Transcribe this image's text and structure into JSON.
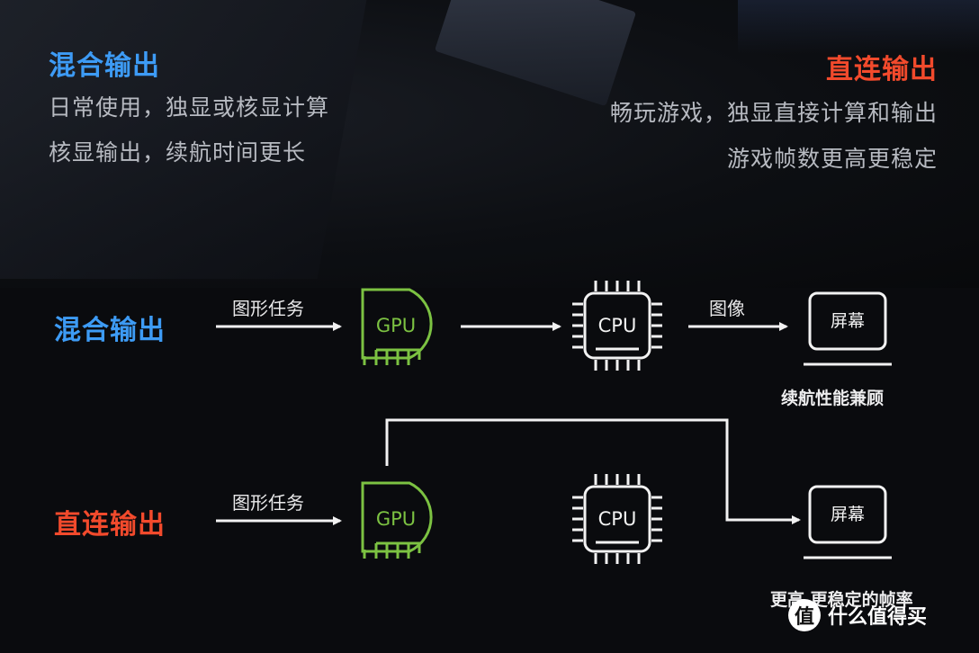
{
  "top_left": {
    "title": "混合输出",
    "line1": "日常使用，独显或核显计算",
    "line2": "核显输出，续航时间更长"
  },
  "top_right": {
    "title": "直连输出",
    "line1": "畅玩游戏，独显直接计算和输出",
    "line2": "游戏帧数更高更稳定"
  },
  "row1": {
    "title": "混合输出",
    "task_label": "图形任务",
    "gpu_label": "GPU",
    "cpu_label": "CPU",
    "image_label": "图像",
    "screen_label": "屏幕",
    "caption": "续航性能兼顾"
  },
  "row2": {
    "title": "直连输出",
    "task_label": "图形任务",
    "gpu_label": "GPU",
    "cpu_label": "CPU",
    "screen_label": "屏幕",
    "caption": "更高 更稳定的帧率"
  },
  "watermark": {
    "icon": "值",
    "text": "什么值得买"
  },
  "colors": {
    "blue": "#3d9bf5",
    "red": "#f24a2c",
    "gpu_green": "#7cc242",
    "line_white": "#f2f2f2"
  }
}
